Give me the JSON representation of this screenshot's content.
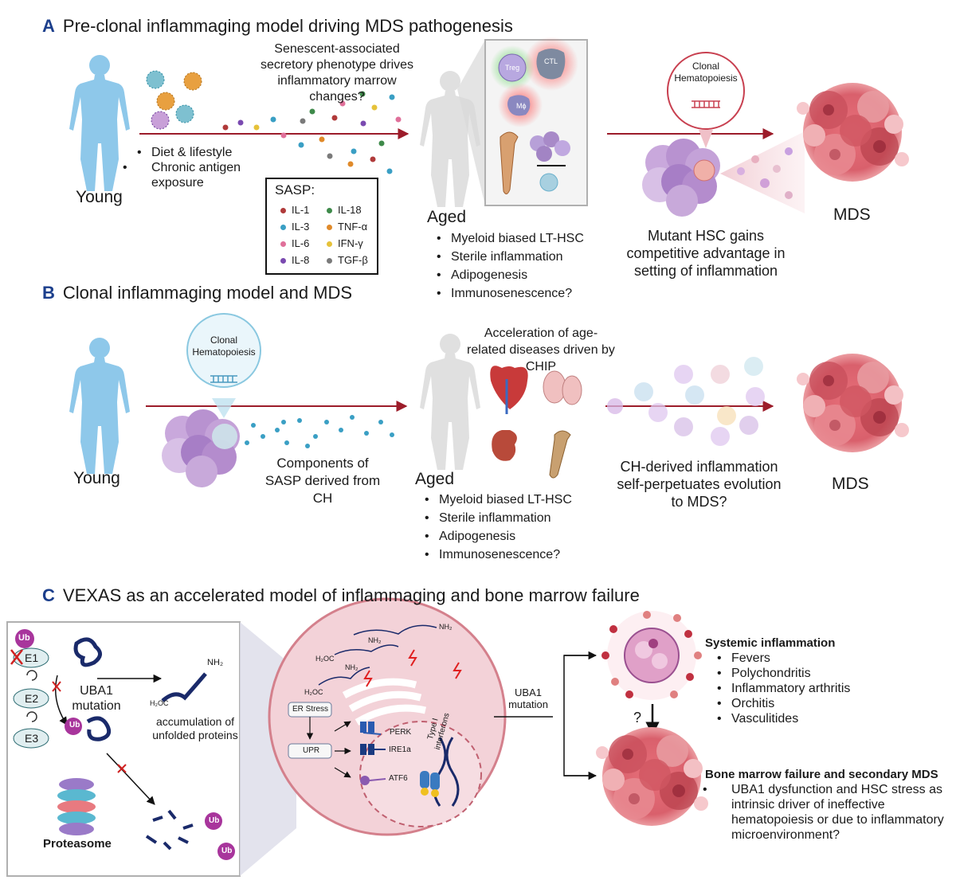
{
  "panel_a": {
    "header_letter": "A",
    "header_title": "Pre-clonal inflammaging model driving MDS pathogenesis",
    "young_label": "Young",
    "factors": [
      "Diet & lifestyle",
      "Chronic antigen exposure"
    ],
    "sasp_question": "Senescent-associated secretory phenotype drives inflammatory marrow changes?",
    "sasp_box": {
      "title": "SASP:",
      "items": [
        {
          "label": "IL-1",
          "color": "#b03a3a"
        },
        {
          "label": "IL-18",
          "color": "#3e8a4a"
        },
        {
          "label": "IL-3",
          "color": "#3a9fc4"
        },
        {
          "label": "TNF-α",
          "color": "#e08a2a"
        },
        {
          "label": "IL-6",
          "color": "#e0709a"
        },
        {
          "label": "IFN-γ",
          "color": "#e6c23a"
        },
        {
          "label": "IL-8",
          "color": "#7a4ab0"
        },
        {
          "label": "TGF-β",
          "color": "#7a7a7a"
        }
      ]
    },
    "cell_labels": {
      "treg": "Treg",
      "ctl": "CTL",
      "macrophage": "Mϕ"
    },
    "aged_label": "Aged",
    "aged_features": [
      "Myeloid biased LT-HSC",
      "Sterile inflammation",
      "Adipogenesis",
      "Immunosenescence?"
    ],
    "clonal_label": "Clonal Hematopoiesis",
    "mutant_text": "Mutant HSC gains competitive advantage in setting of inflammation",
    "mds_label": "MDS"
  },
  "panel_b": {
    "header_letter": "B",
    "header_title": "Clonal inflammaging model and MDS",
    "young_label": "Young",
    "clonal_label": "Clonal Hematopoiesis",
    "components_text": "Components of SASP derived from CH",
    "aged_label": "Aged",
    "aged_features": [
      "Myeloid biased LT-HSC",
      "Sterile inflammation",
      "Adipogenesis",
      "Immunosenescence?"
    ],
    "acceleration_text": "Acceleration of age-related diseases driven by CHIP",
    "ch_text": "CH-derived inflammation self-perpetuates evolution to MDS?",
    "mds_label": "MDS"
  },
  "panel_c": {
    "header_letter": "C",
    "header_title": "VEXAS as an accelerated model of inflammaging and bone marrow failure",
    "ub_label": "Ub",
    "enzymes": [
      "E1",
      "E2",
      "E3"
    ],
    "uba1_mutation": "UBA1 mutation",
    "accumulation_text": "accumulation of unfolded proteins",
    "proteasome_label": "Proteasome",
    "chem": {
      "nh2": "NH₂",
      "h2oc": "H₂OC"
    },
    "er_stress": "ER Stress",
    "upr": "UPR",
    "receptors": [
      "PERK",
      "IRE1a",
      "ATF6"
    ],
    "type1_ifn": "Type I interferons",
    "uba1_mutation_arrow": "UBA1 mutation",
    "question_mark": "?",
    "systemic_title": "Systemic inflammation",
    "systemic_items": [
      "Fevers",
      "Polychondritis",
      "Inflammatory arthritis",
      "Orchitis",
      "Vasculitides"
    ],
    "bmf_title": "Bone marrow failure and secondary MDS",
    "bmf_items": [
      "UBA1 dysfunction and HSC stress as intrinsic driver of ineffective hematopoiesis or due to inflammatory microenvironment?"
    ]
  }
}
